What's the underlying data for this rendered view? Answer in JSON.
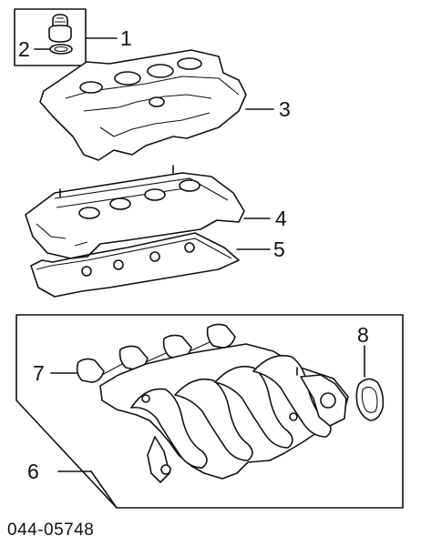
{
  "diagram": {
    "callouts": [
      "1",
      "2",
      "3",
      "4",
      "5",
      "6",
      "7",
      "8"
    ],
    "part_number": "044-05748",
    "parts": [
      {
        "callout": "1",
        "icon": "oil-filler-cap-icon"
      },
      {
        "callout": "2",
        "icon": "cap-gasket-icon"
      },
      {
        "callout": "3",
        "icon": "engine-cover-icon"
      },
      {
        "callout": "4",
        "icon": "valve-cover-icon"
      },
      {
        "callout": "5",
        "icon": "valve-cover-gasket-icon"
      },
      {
        "callout": "6",
        "icon": "intake-manifold-icon"
      },
      {
        "callout": "7",
        "icon": "manifold-gasket-icon"
      },
      {
        "callout": "8",
        "icon": "throttle-gasket-icon"
      }
    ]
  }
}
